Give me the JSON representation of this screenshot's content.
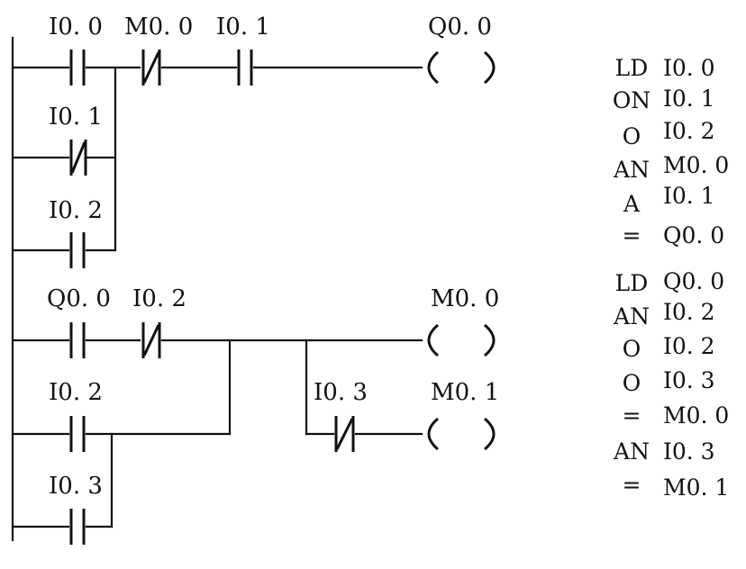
{
  "rung1": {
    "contacts": [
      "I0. 0",
      "M0. 0",
      "I0. 1",
      "I0. 1",
      "I0. 2"
    ],
    "coil": "Q0. 0"
  },
  "rung2": {
    "contacts": [
      "Q0. 0",
      "I0. 2",
      "I0. 2",
      "I0. 3",
      "I0. 3"
    ],
    "coils": [
      "M0. 0",
      "M0. 1"
    ]
  },
  "instructions": [
    {
      "op": "LD",
      "operand": "I0. 0"
    },
    {
      "op": "ON",
      "operand": "I0. 1"
    },
    {
      "op": "O",
      "operand": "I0. 2"
    },
    {
      "op": "AN",
      "operand": "M0. 0"
    },
    {
      "op": "A",
      "operand": "I0. 1"
    },
    {
      "op": "=",
      "operand": "Q0. 0"
    },
    {
      "op": "LD",
      "operand": "Q0. 0"
    },
    {
      "op": "AN",
      "operand": "I0. 2"
    },
    {
      "op": "O",
      "operand": "I0. 2"
    },
    {
      "op": "O",
      "operand": "I0. 3"
    },
    {
      "op": "=",
      "operand": "M0. 0"
    },
    {
      "op": "AN",
      "operand": "I0. 3"
    },
    {
      "op": "=",
      "operand": "M0. 1"
    }
  ]
}
